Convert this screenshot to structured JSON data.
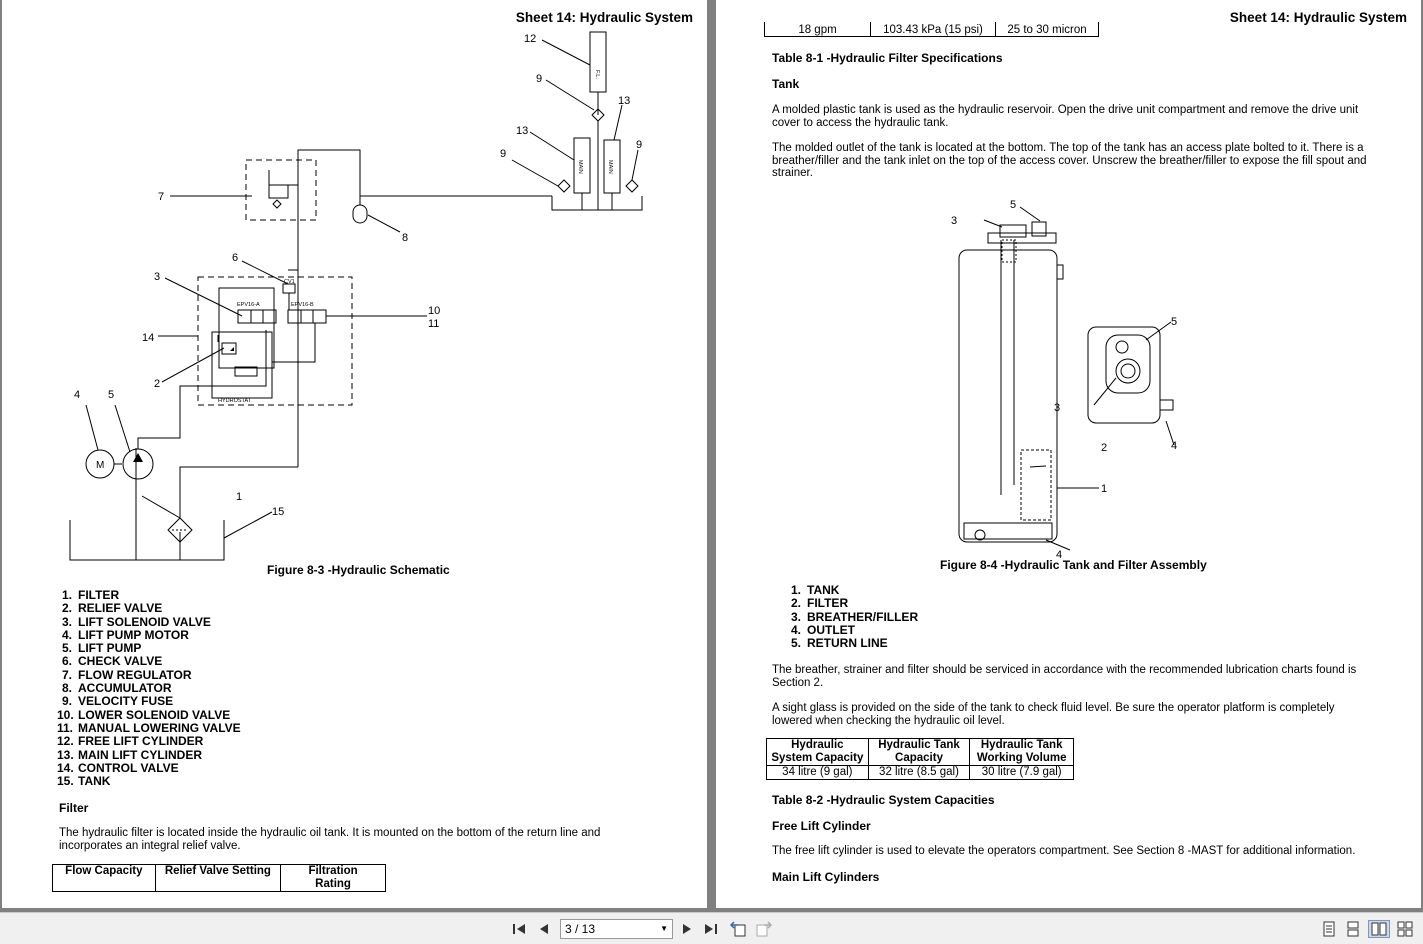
{
  "left_page": {
    "sheet_title": "Sheet 14: Hydraulic System",
    "figure_caption": "Figure 8-3 -Hydraulic Schematic",
    "schematic_labels": {
      "l1": "1",
      "l2": "2",
      "l3": "3",
      "l4": "4",
      "l5": "5",
      "l6": "6",
      "l7": "7",
      "l8": "8",
      "l9a": "9",
      "l9b": "9",
      "l9c": "9",
      "l10": "10",
      "l11": "11",
      "l12": "12",
      "l13a": "13",
      "l13b": "13",
      "l14": "14",
      "l15": "15",
      "epv_a": "EPV16-A",
      "epv_b": "EPV16-B",
      "cv": "CV1",
      "hydrostat": "HYDROSTAT",
      "motor": "M",
      "main1": "MAIN",
      "main2": "MAIN",
      "fl": "F.L."
    },
    "legend": [
      {
        "num": "1.",
        "label": "FILTER"
      },
      {
        "num": "2.",
        "label": "RELIEF VALVE"
      },
      {
        "num": "3.",
        "label": "LIFT SOLENOID VALVE"
      },
      {
        "num": "4.",
        "label": "LIFT PUMP MOTOR"
      },
      {
        "num": "5.",
        "label": "LIFT PUMP"
      },
      {
        "num": "6.",
        "label": "CHECK VALVE"
      },
      {
        "num": "7.",
        "label": "FLOW REGULATOR"
      },
      {
        "num": "8.",
        "label": "ACCUMULATOR"
      },
      {
        "num": "9.",
        "label": "VELOCITY FUSE"
      },
      {
        "num": "10.",
        "label": "LOWER SOLENOID VALVE"
      },
      {
        "num": "11.",
        "label": "MANUAL LOWERING VALVE"
      },
      {
        "num": "12.",
        "label": "FREE LIFT CYLINDER"
      },
      {
        "num": "13.",
        "label": "MAIN LIFT CYLINDER"
      },
      {
        "num": "14.",
        "label": "CONTROL VALVE"
      },
      {
        "num": "15.",
        "label": "TANK"
      }
    ],
    "filter_heading": "Filter",
    "filter_text": "The hydraulic filter is located inside the hydraulic oil tank. It is mounted on the bottom of the return line and incorporates an integral relief valve.",
    "table_headers": [
      "Flow Capacity",
      "Relief Valve Setting",
      "Filtration Rating"
    ]
  },
  "right_page": {
    "sheet_title": "Sheet 14: Hydraulic System",
    "table1_row": [
      "18 gpm",
      "103.43 kPa (15 psi)",
      "25 to 30 micron"
    ],
    "table1_caption": "Table 8-1 -Hydraulic Filter Specifications",
    "tank_heading": "Tank",
    "tank_p1": "A molded plastic tank is used as the hydraulic reservoir. Open the drive unit compartment and remove the drive unit cover to access the hydraulic tank.",
    "tank_p2": "The molded outlet of the tank is located at the bottom. The top of the tank has an access plate bolted to it. There is a breather/filler and the tank inlet on the top of the access cover. Unscrew the breather/filler to expose the fill spout and strainer.",
    "figure_caption": "Figure 8-4 -Hydraulic Tank and Filter Assembly",
    "figure_labels": {
      "a1": "1",
      "a2": "2",
      "a3": "3",
      "a4": "4",
      "a5": "5",
      "b3": "3",
      "b4": "4",
      "b5": "5"
    },
    "legend": [
      {
        "num": "1.",
        "label": "TANK"
      },
      {
        "num": "2.",
        "label": "FILTER"
      },
      {
        "num": "3.",
        "label": "BREATHER/FILLER"
      },
      {
        "num": "4.",
        "label": "OUTLET"
      },
      {
        "num": "5.",
        "label": "RETURN LINE"
      }
    ],
    "p3": "The breather, strainer and filter should be serviced in accordance with the recommended lubrication charts found is Section 2.",
    "p4": "A sight glass is provided on the side of the tank to check fluid level. Be sure the operator platform is completely lowered when checking the hydraulic oil level.",
    "table2_headers": [
      "Hydraulic System Capacity",
      "Hydraulic Tank Capacity",
      "Hydraulic Tank Working Volume"
    ],
    "table2_row": [
      "34 litre (9 gal)",
      "32 litre (8.5 gal)",
      "30 litre (7.9 gal)"
    ],
    "table2_caption": "Table 8-2 -Hydraulic System Capacities",
    "freelift_heading": "Free Lift Cylinder",
    "freelift_text": "The free lift cylinder is used to elevate the operators compartment. See Section 8 -MAST for additional information.",
    "mainlift_heading": "Main Lift Cylinders"
  },
  "toolbar": {
    "page_indicator": "3 / 13",
    "icons": [
      "first-page-icon",
      "prev-page-icon",
      "next-page-icon",
      "last-page-icon",
      "back-icon",
      "forward-icon",
      "single-page-icon",
      "continuous-icon",
      "two-page-icon",
      "two-page-continuous-icon"
    ]
  }
}
